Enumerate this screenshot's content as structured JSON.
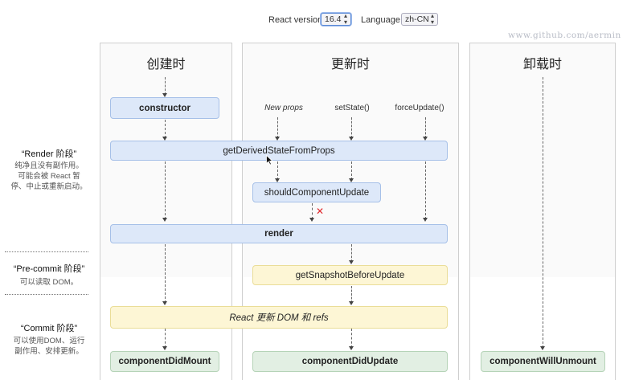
{
  "selectors": {
    "react_version_label": "React version",
    "react_version_value": "16.4",
    "language_label": "Language",
    "language_value": "zh-CN"
  },
  "watermark": "www.github.com/aermin",
  "columns": {
    "create": "创建时",
    "update": "更新时",
    "unmount": "卸载时"
  },
  "phases": {
    "render": {
      "title": "“Render 阶段”",
      "desc": [
        "纯净且没有副作用。",
        "可能会被 React 暂",
        "停、中止或重新启动。"
      ]
    },
    "precommit": {
      "title": "“Pre-commit 阶段”",
      "desc": [
        "可以读取 DOM。"
      ]
    },
    "commit": {
      "title": "“Commit 阶段”",
      "desc": [
        "可以使用DOM、运行",
        "副作用、安排更新。"
      ]
    }
  },
  "triggers": {
    "new_props": "New props",
    "set_state": "setState()",
    "force_update": "forceUpdate()"
  },
  "methods": {
    "constructor": "constructor",
    "get_derived": "getDerivedStateFromProps",
    "should_update": "shouldComponentUpdate",
    "render": "render",
    "get_snapshot": "getSnapshotBeforeUpdate",
    "react_update": "React 更新 DOM 和 refs",
    "did_mount": "componentDidMount",
    "did_update": "componentDidUpdate",
    "will_unmount": "componentWillUnmount"
  },
  "colors": {
    "render_phase": "#dde8f9",
    "precommit_phase": "#fdf6d5",
    "commit_phase": "#e2efe3",
    "cancel_mark": "#e0262b"
  },
  "icons": [
    "caret-updown-icon",
    "cursor-icon",
    "cancel-x-icon"
  ]
}
